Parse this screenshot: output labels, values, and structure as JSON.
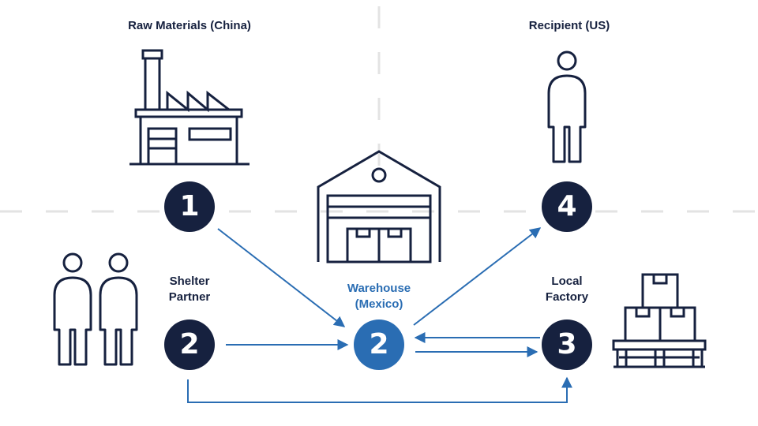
{
  "colors": {
    "navy": "#16213f",
    "blue": "#2a6db3",
    "dashed_divider": "#e3e3e3"
  },
  "nodes": {
    "raw_materials": {
      "label": "Raw Materials (China)",
      "step": "1",
      "icon": "factory-icon"
    },
    "shelter_partner": {
      "label": "Shelter\nPartner",
      "step": "2",
      "icon": "two-people-icon"
    },
    "warehouse": {
      "label": "Warehouse\n(Mexico)",
      "step": "2",
      "icon": "warehouse-icon"
    },
    "local_factory": {
      "label": "Local\nFactory",
      "step": "3",
      "icon": "pallet-boxes-icon"
    },
    "recipient": {
      "label": "Recipient (US)",
      "step": "4",
      "icon": "person-icon"
    }
  },
  "flows": [
    {
      "from": "raw_materials",
      "to": "warehouse"
    },
    {
      "from": "shelter_partner",
      "to": "warehouse"
    },
    {
      "from": "warehouse",
      "to": "local_factory"
    },
    {
      "from": "local_factory",
      "to": "warehouse"
    },
    {
      "from": "warehouse",
      "to": "recipient"
    },
    {
      "from": "shelter_partner",
      "to": "local_factory"
    }
  ]
}
